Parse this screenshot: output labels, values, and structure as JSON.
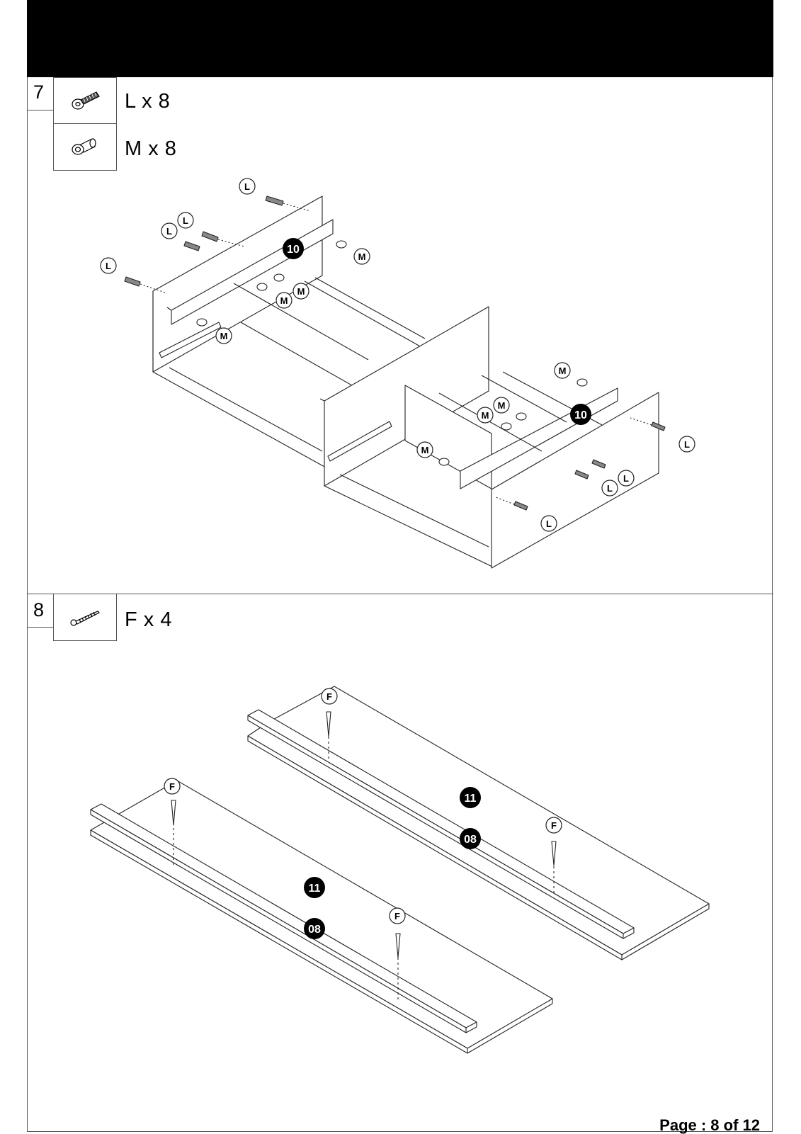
{
  "page": {
    "footer": "Page : 8 of 12"
  },
  "step7": {
    "number": "7",
    "parts": [
      {
        "icon": "bolt-icon",
        "label": "L x 8"
      },
      {
        "icon": "barrel-nut-icon",
        "label": "M x 8"
      }
    ],
    "callouts": {
      "bolt": "L",
      "nut": "M",
      "panel": "10"
    }
  },
  "step8": {
    "number": "8",
    "parts": [
      {
        "icon": "screw-icon",
        "label": "F x 4"
      }
    ],
    "callouts": {
      "screw": "F",
      "panel_top": "11",
      "panel_rail": "08"
    }
  },
  "colors": {
    "ink": "#000000",
    "line": "#444444",
    "background": "#ffffff"
  }
}
